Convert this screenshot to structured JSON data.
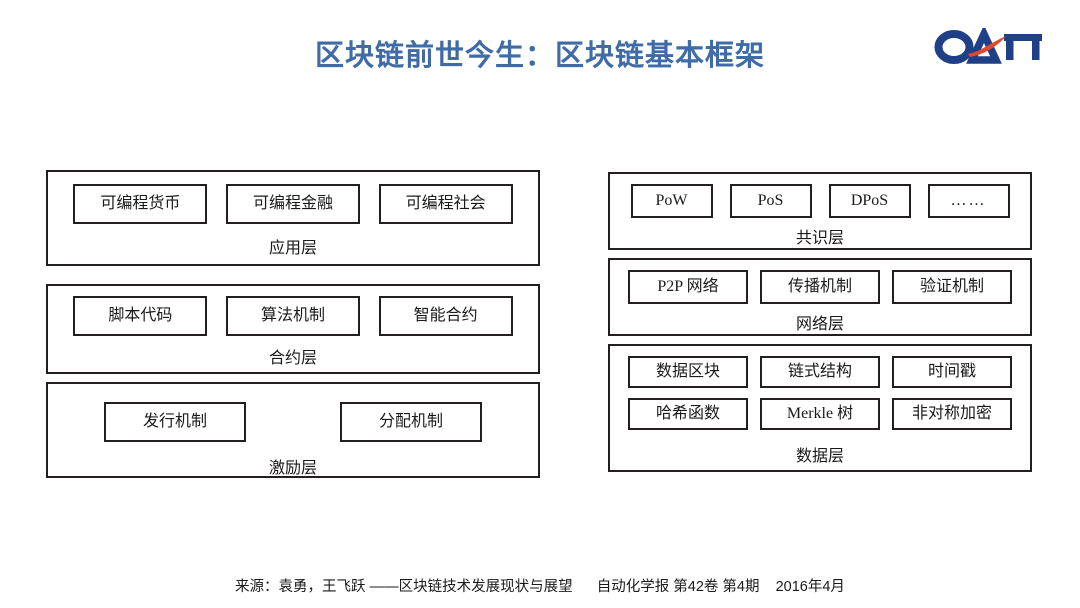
{
  "header": {
    "title": "区块链前世今生：区块链基本框架",
    "title_color": "#3f6ba6",
    "logo": {
      "name": "qap-logo",
      "text": "QAΠ",
      "text_color": "#1f3f87",
      "accent_color": "#e0492e"
    }
  },
  "left_column": [
    {
      "id": "application",
      "caption": "应用层",
      "cells": [
        "可编程货币",
        "可编程金融",
        "可编程社会"
      ]
    },
    {
      "id": "contract",
      "caption": "合约层",
      "cells": [
        "脚本代码",
        "算法机制",
        "智能合约"
      ]
    },
    {
      "id": "incentive",
      "caption": "激励层",
      "cells": [
        "发行机制",
        "分配机制"
      ]
    }
  ],
  "right_column": [
    {
      "id": "consensus",
      "caption": "共识层",
      "cells": [
        "PoW",
        "PoS",
        "DPoS",
        "……"
      ]
    },
    {
      "id": "network",
      "caption": "网络层",
      "cells": [
        "P2P 网络",
        "传播机制",
        "验证机制"
      ]
    },
    {
      "id": "data",
      "caption": "数据层",
      "row_1": [
        "数据区块",
        "链式结构",
        "时间戳"
      ],
      "row_2": [
        "哈希函数",
        "Merkle 树",
        "非对称加密"
      ]
    }
  ],
  "footer": {
    "source": "来源：袁勇，王飞跃 ——区块链技术发展现状与展望      自动化学报 第42卷 第4期    2016年4月"
  },
  "colors": {
    "border": "#231f20",
    "background": "#ffffff",
    "text": "#1a1a1a"
  }
}
